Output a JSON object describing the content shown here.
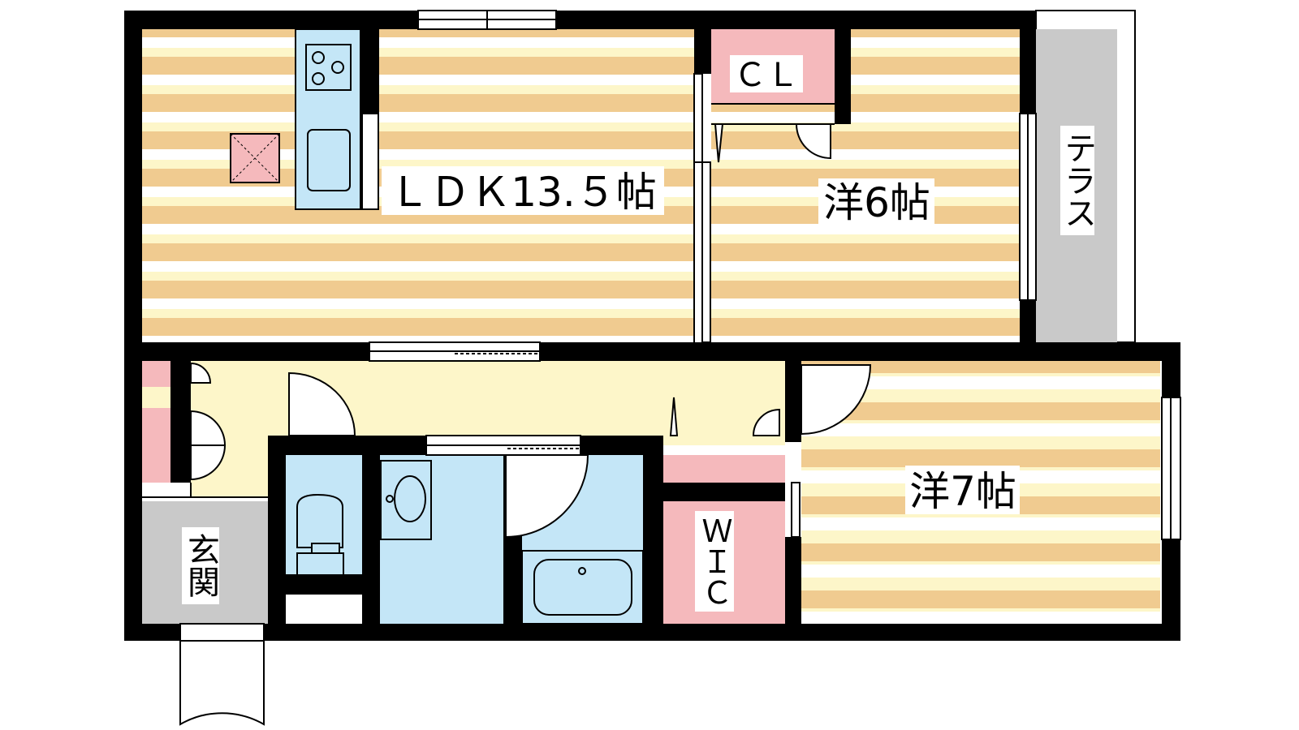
{
  "rooms": {
    "ldk": "ＬＤＫ13.５帖",
    "western6": "洋6帖",
    "western7": "洋7帖",
    "closet": "ＣＬ",
    "terrace": "テラス",
    "entrance": "玄関",
    "wic": "ＷＩＣ"
  },
  "colors": {
    "wall": "#000000",
    "floor_stripe_light": "#fdf6c9",
    "floor_stripe_dark": "#f0cb90",
    "wet_area": "#c4e6f7",
    "storage": "#f5b9bc",
    "entrance_floor": "#c9c9c9",
    "terrace_floor": "#c9c9c9",
    "hallway": "#fdf6c9"
  },
  "icons": [
    "stove-icon",
    "sink-icon",
    "toilet-icon",
    "washbasin-icon",
    "bathtub-icon",
    "door-swing-icon",
    "window-icon",
    "hatch-icon"
  ]
}
